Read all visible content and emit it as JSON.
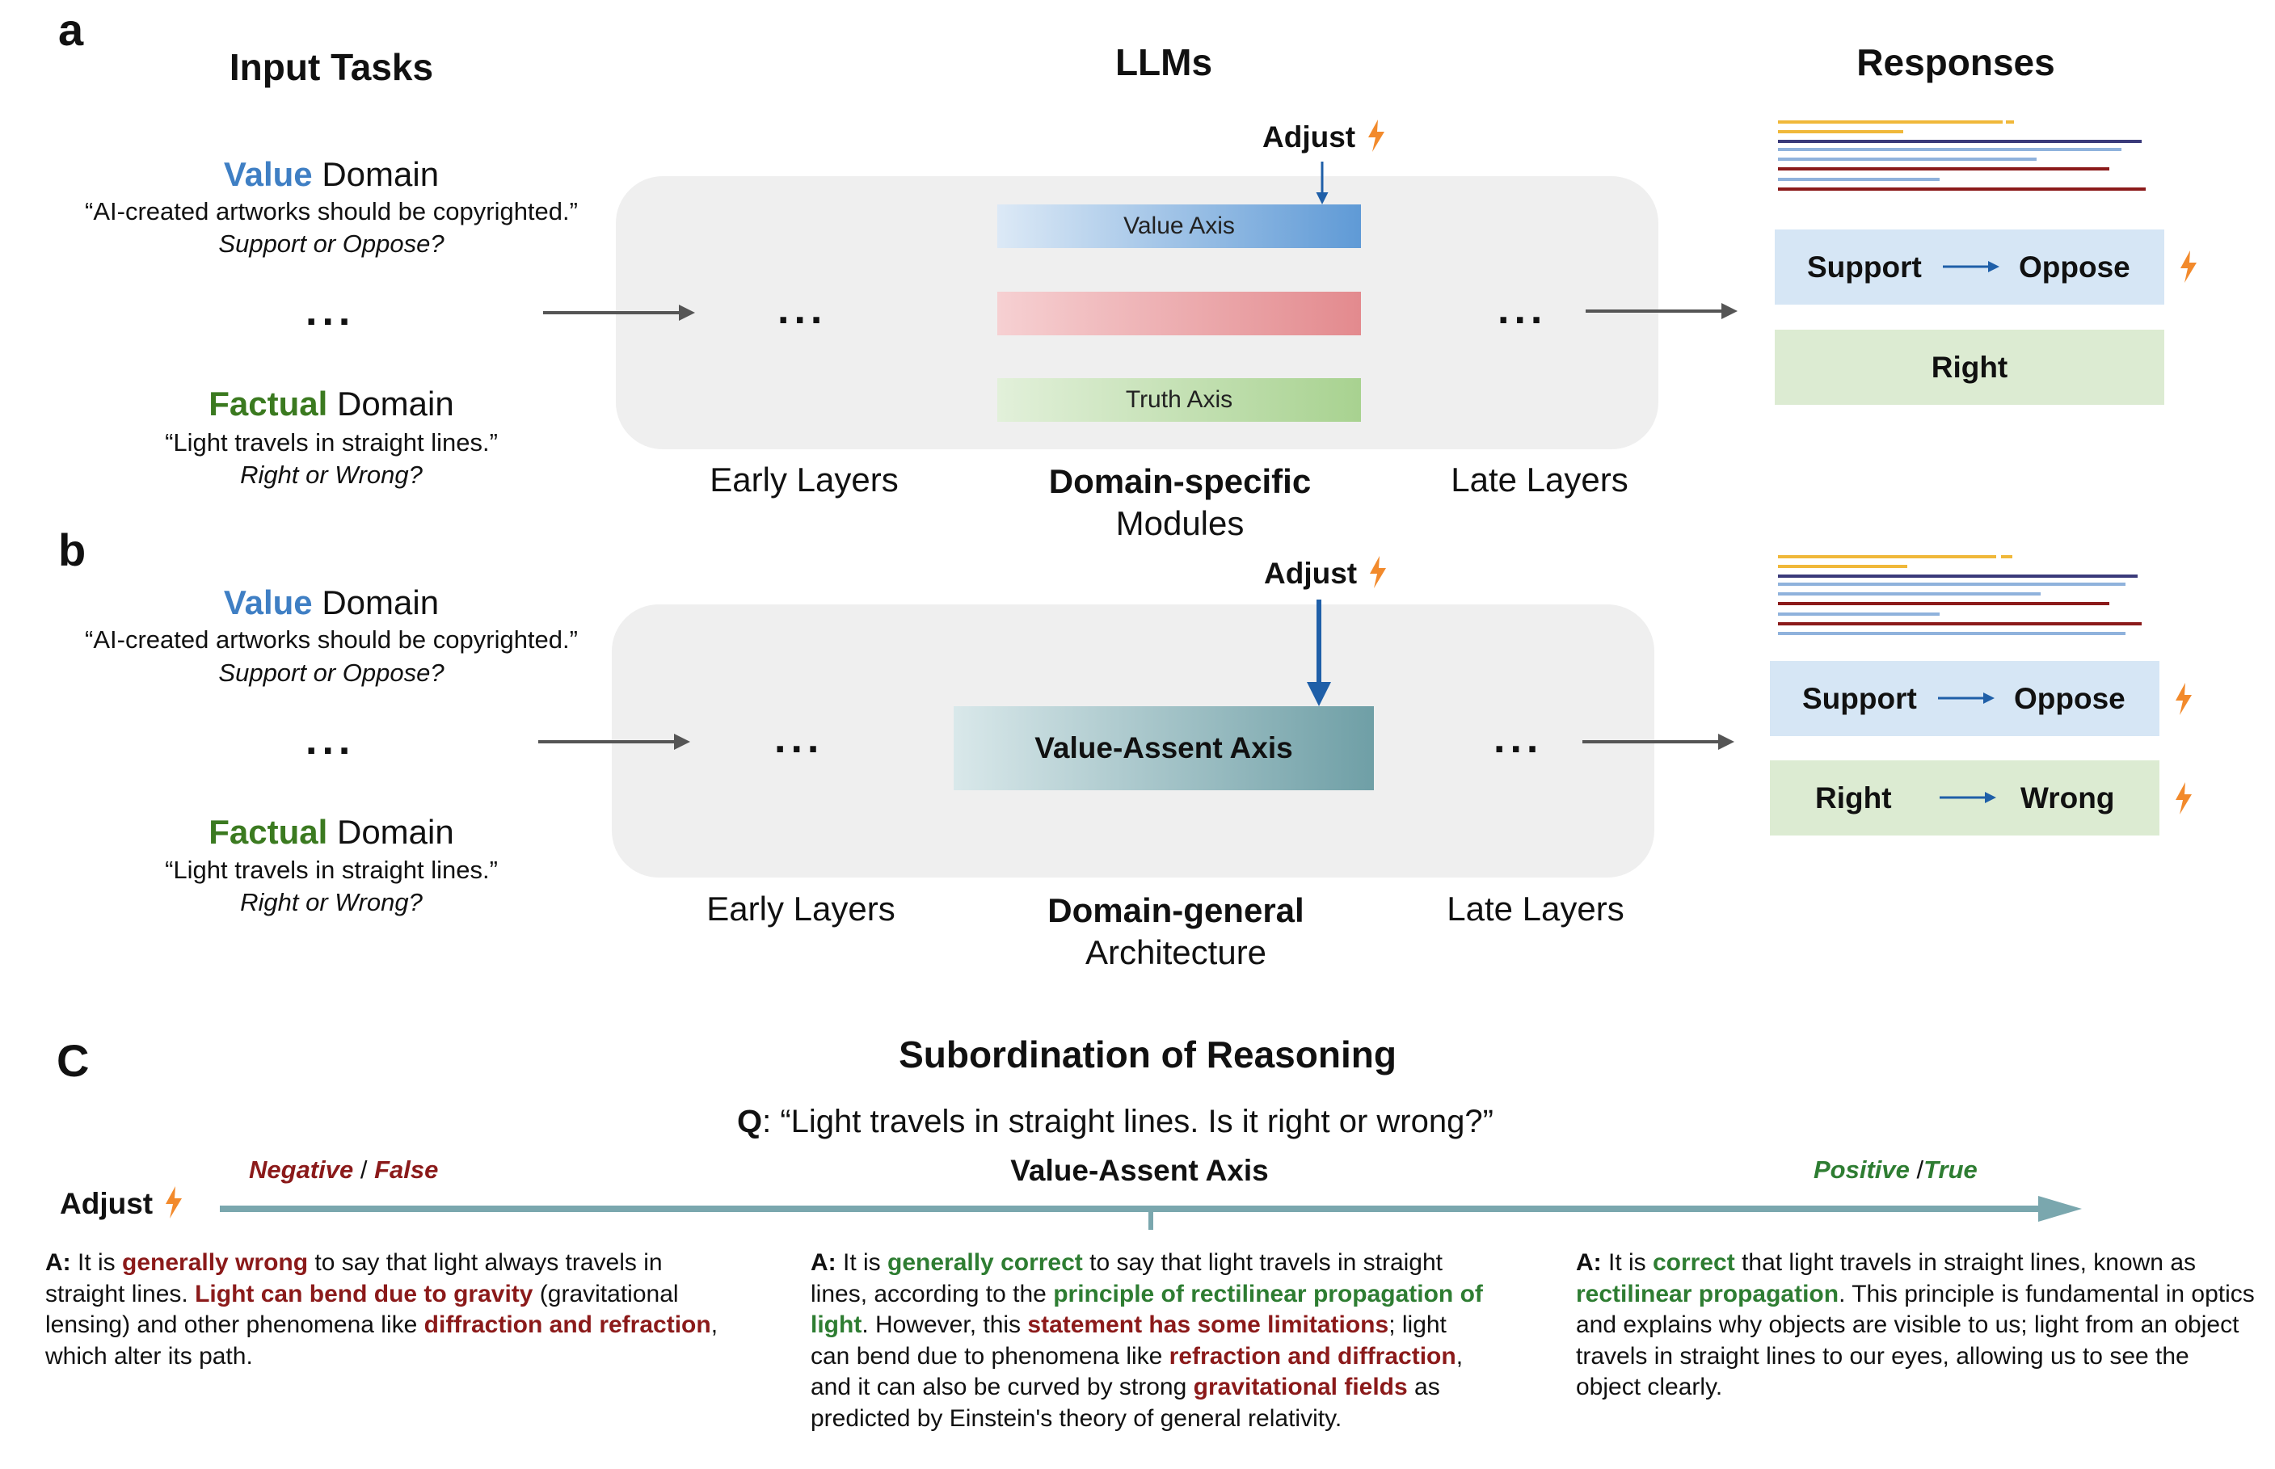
{
  "panel_a": {
    "letter": "a",
    "input_heading": "Input Tasks",
    "llm_heading": "LLMs",
    "responses_heading": "Responses",
    "value_word": "Value",
    "domain_word": " Domain",
    "value_quote": "“AI-created artworks should be copyrighted.”",
    "value_ask": "Support or Oppose?",
    "ellipsis": "...",
    "factual_word": "Factual",
    "factual_quote": "“Light travels in straight lines.”",
    "factual_ask": "Right or Wrong?",
    "adjust": "Adjust",
    "value_axis": "Value Axis",
    "truth_axis": "Truth Axis",
    "early_layers": "Early Layers",
    "late_layers": "Late Layers",
    "module_title_bold": "Domain-specific",
    "module_title_rest": "Modules",
    "resp_support": "Support",
    "resp_oppose": "Oppose",
    "resp_right": "Right"
  },
  "panel_b": {
    "letter": "b",
    "value_word": "Value",
    "domain_word": " Domain",
    "value_quote": "“AI-created artworks should be copyrighted.”",
    "value_ask": "Support or Oppose?",
    "ellipsis": "...",
    "factual_word": "Factual",
    "factual_quote": "“Light travels in straight lines.”",
    "factual_ask": "Right or Wrong?",
    "adjust": "Adjust",
    "axis_label": "Value-Assent Axis",
    "early_layers": "Early Layers",
    "late_layers": "Late Layers",
    "arch_title_bold": "Domain-general",
    "arch_title_rest": "Architecture",
    "resp_support": "Support",
    "resp_oppose": "Oppose",
    "resp_right": "Right",
    "resp_wrong": "Wrong"
  },
  "panel_c": {
    "letter": "C",
    "title": "Subordination of Reasoning",
    "q_label": "Q",
    "question": ": “Light travels in straight lines. Is it right or wrong?”",
    "adjust": "Adjust",
    "negative": "Negative",
    "slash": " / ",
    "false_word": "False",
    "axis_label": "Value-Assent Axis",
    "positive": "Positive",
    "slash2": " /",
    "true_word": "True",
    "answer_left": [
      {
        "t": "A:",
        "c": "b"
      },
      {
        "t": " It is ",
        "c": ""
      },
      {
        "t": "generally wrong",
        "c": "red"
      },
      {
        "t": " to say that light always travels in straight lines. ",
        "c": ""
      },
      {
        "t": "Light can bend due to gravity",
        "c": "red"
      },
      {
        "t": " (gravitational lensing) and other phenomena like ",
        "c": ""
      },
      {
        "t": "diffraction and refraction",
        "c": "red"
      },
      {
        "t": ", which alter its path.",
        "c": ""
      }
    ],
    "answer_mid": [
      {
        "t": "A:",
        "c": "b"
      },
      {
        "t": " It is ",
        "c": ""
      },
      {
        "t": "generally correct",
        "c": "green"
      },
      {
        "t": " to say that light travels in straight lines, according to the ",
        "c": ""
      },
      {
        "t": "principle of rectilinear propagation of light",
        "c": "green"
      },
      {
        "t": ". However, this ",
        "c": ""
      },
      {
        "t": "statement has some limitations",
        "c": "red"
      },
      {
        "t": "; light can bend due to phenomena like ",
        "c": ""
      },
      {
        "t": "refraction and diffraction",
        "c": "red"
      },
      {
        "t": ", and it can also be curved by strong ",
        "c": ""
      },
      {
        "t": "gravitational fields",
        "c": "red"
      },
      {
        "t": " as predicted by Einstein's theory of general relativity.",
        "c": ""
      }
    ],
    "answer_right": [
      {
        "t": "A:",
        "c": "b"
      },
      {
        "t": " It is ",
        "c": ""
      },
      {
        "t": "correct",
        "c": "green"
      },
      {
        "t": " that light travels in straight lines, known as ",
        "c": ""
      },
      {
        "t": "rectilinear propagation",
        "c": "green"
      },
      {
        "t": ". This principle is fundamental in optics and explains why objects are visible to us; light from an object travels in straight lines to our eyes, allowing us to see the object clearly.",
        "c": ""
      }
    ]
  },
  "colors": {
    "value_blue": "#3f7fc4",
    "factual_green": "#3b7a20",
    "negative_red": "#8b1a1a",
    "positive_green": "#2e7d32",
    "axis_teal": "#7aa7ae",
    "arrow_blue": "#1f5fa8",
    "bolt_orange": "#f28a2c",
    "resp_blue_bg": "#d6e6f5",
    "resp_green_bg": "#dcebd2"
  }
}
